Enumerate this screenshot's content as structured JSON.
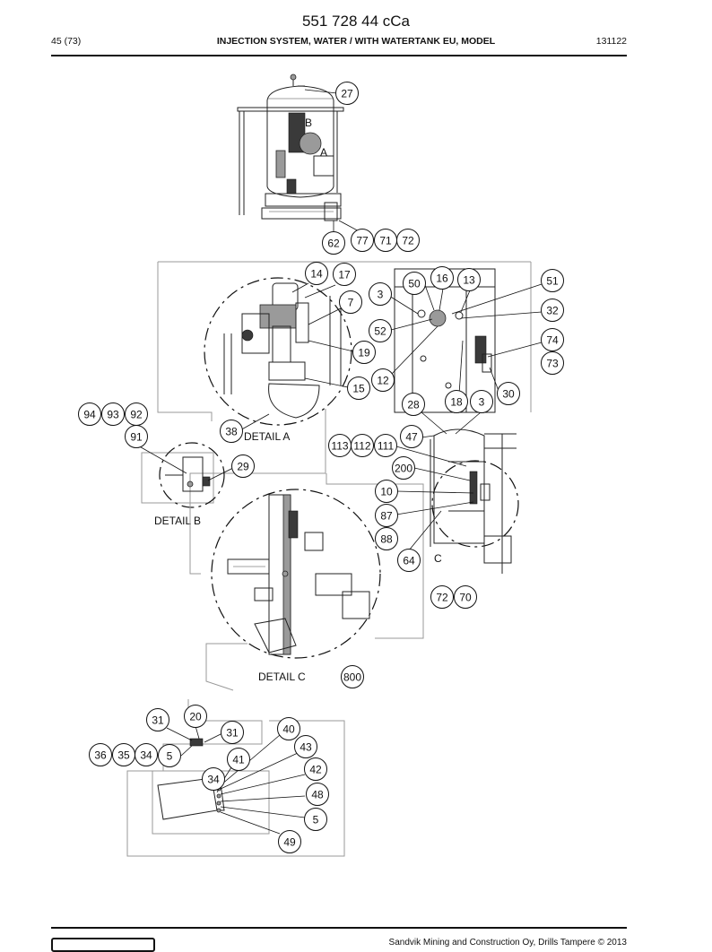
{
  "header": {
    "doc_number": "551 728 44 cCa",
    "page": "45 (73)",
    "title": "INJECTION SYSTEM, WATER / WITH WATERTANK EU, MODEL",
    "code": "131122"
  },
  "footer": {
    "copyright": "Sandvik Mining and Construction Oy, Drills Tampere © 2013"
  },
  "detail_labels": {
    "a": "DETAIL A",
    "b": "DETAIL B",
    "c": "DETAIL C"
  },
  "view_letters": {
    "a": "A",
    "b": "B",
    "c": "C"
  },
  "callouts": [
    "27",
    "62",
    "77",
    "71",
    "72",
    "14",
    "17",
    "7",
    "3",
    "50",
    "16",
    "13",
    "51",
    "32",
    "74",
    "73",
    "52",
    "19",
    "12",
    "15",
    "30",
    "18",
    "3",
    "28",
    "47",
    "94",
    "93",
    "92",
    "91",
    "38",
    "29",
    "113",
    "112",
    "111",
    "200",
    "10",
    "87",
    "88",
    "64",
    "72",
    "70",
    "800",
    "31",
    "20",
    "31",
    "40",
    "43",
    "36",
    "35",
    "34",
    "5",
    "41",
    "42",
    "34",
    "48",
    "5",
    "49"
  ]
}
